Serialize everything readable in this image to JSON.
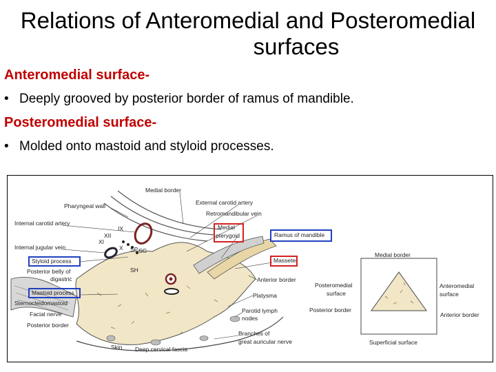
{
  "slide": {
    "title_line1": "Relations of Anteromedial and Posteromedial",
    "title_line2": "surfaces",
    "anteromedial_heading": "Anteromedial surface-",
    "anteromedial_point": "Deeply grooved by posterior border of ramus of mandible.",
    "posteromedial_heading": "Posteromedial surface-",
    "posteromedial_point": "Molded onto mastoid and styloid processes.",
    "bullet": "•",
    "heading_color": "#c00000"
  },
  "figure": {
    "left_labels": {
      "pharyngeal_wall": "Pharyngeal wall",
      "internal_carotid": "Internal carotid artery",
      "internal_jugular": "Internal jugular vein",
      "styloid_process": "Styloid process",
      "posterior_belly_1": "Posterior belly of",
      "posterior_belly_2": "digastric",
      "mastoid_process": "Mastoid process",
      "sternocleidomastoid": "Sternocleidomastoid",
      "facial_nerve": "Facial nerve",
      "posterior_border": "Posterior border",
      "skin": "Skin",
      "deep_cervical_fascia": "Deep cervical fascia"
    },
    "nerve_labels": {
      "ix": "IX",
      "xii": "XII",
      "xi": "XI",
      "x": "X",
      "sp": "SP",
      "sg": "SG",
      "sh": "SH"
    },
    "right_labels": {
      "medial_border": "Medial border",
      "external_carotid": "External carotid artery",
      "retromandibular": "Retromandibular vein",
      "medial_pterygoid_1": "Medial",
      "medial_pterygoid_2": "pterygoid",
      "ramus_of_mandible": "Ramus of mandible",
      "masseter": "Masseter",
      "anterior_border": "Anterior border",
      "platysma": "Platysma",
      "parotid_nodes_1": "Parotid lymph",
      "parotid_nodes_2": "nodes",
      "branches_1": "Branches of",
      "branches_2": "great auricular nerve"
    },
    "small_diagram": {
      "medial_border": "Medial border",
      "posteromedial_1": "Posteromedial",
      "posteromedial_2": "surface",
      "anteromedial_1": "Anteromedial",
      "anteromedial_2": "surface",
      "posterior_border": "Posterior border",
      "anterior_border": "Anterior border",
      "superficial_surface": "Superficial surface"
    },
    "highlight_colors": {
      "blue": "#1f3fbf",
      "red": "#d42020"
    }
  }
}
